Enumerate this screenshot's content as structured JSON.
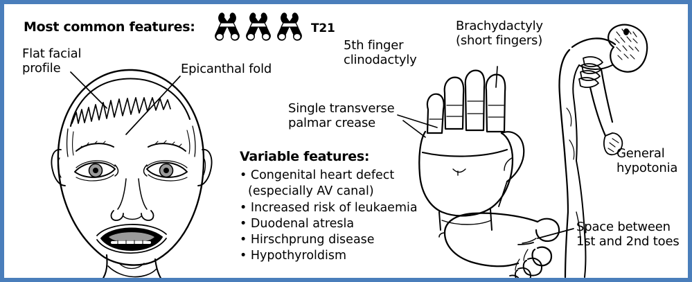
{
  "figure": {
    "kind": "clinical-features-diagram",
    "subject": "Down syndrome (Trisomy 21) clinical features",
    "border_color": "#4a7ebb",
    "background_color": "#ffffff",
    "ink_color": "#000000"
  },
  "headings": {
    "most_common": "Most common features:",
    "variable": "Variable features:"
  },
  "karyotype": {
    "label": "T21",
    "chromosome_count": 3
  },
  "labels": {
    "flat_facial_profile": "Flat facial\nprofile",
    "epicanthal_fold": "Epicanthal fold",
    "clinodactyly": "5th finger\nclinodactyly",
    "palmar_crease": "Single transverse\npalmar crease",
    "brachydactyly": "Brachydactyly\n(short fingers)",
    "hypotonia": "General\nhypotonia",
    "toe_space": "Space between\n1st and 2nd toes"
  },
  "variable_features": [
    {
      "text": "Congenital heart defect",
      "continuation": "(especially AV canal)"
    },
    {
      "text": "Increased risk of leukaemia",
      "continuation": ""
    },
    {
      "text": "Duodenal atresla",
      "continuation": ""
    },
    {
      "text": "Hirschprung disease",
      "continuation": ""
    },
    {
      "text": "Hypothyroldism",
      "continuation": ""
    }
  ],
  "illustrations": [
    {
      "name": "child-face",
      "description": "Frontal view of child's face with flat profile, upslanting eyes, epicanthal folds, open mouth with protruding tongue"
    },
    {
      "name": "hand",
      "description": "Open palm showing single transverse palmar crease, short fingers and incurved 5th finger"
    },
    {
      "name": "infant-hypotonia",
      "description": "Floppy infant draped prone over an examiner's hand demonstrating generalised hypotonia"
    },
    {
      "name": "foot",
      "description": "Foot viewed from above showing wide gap between 1st and 2nd toes (sandal gap)"
    }
  ]
}
